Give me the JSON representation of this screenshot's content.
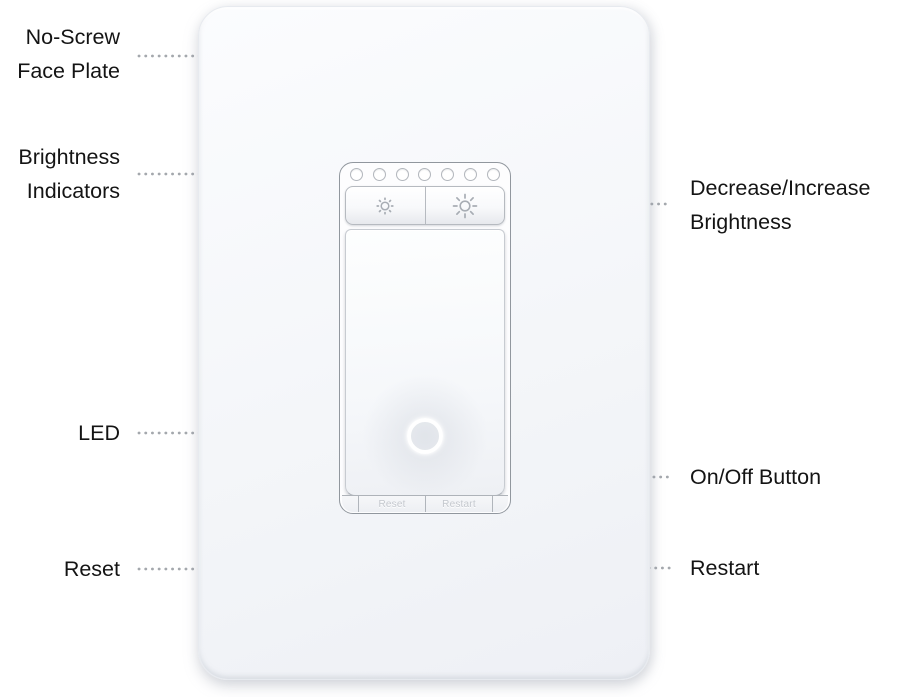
{
  "callouts": {
    "face_plate": {
      "line1": "No-Screw",
      "line2": "Face Plate"
    },
    "brightness_indicators": {
      "line1": "Brightness",
      "line2": "Indicators"
    },
    "led": {
      "label": "LED"
    },
    "reset": {
      "label": "Reset"
    },
    "decrease_increase": {
      "line1": "Decrease/Increase",
      "line2": "Brightness"
    },
    "on_off": {
      "label": "On/Off Button"
    },
    "restart": {
      "label": "Restart"
    }
  },
  "device": {
    "brightness_indicator_count": 7,
    "reset_tab_label": "Reset",
    "restart_tab_label": "Restart",
    "icons": {
      "left_button": "dim-sun-icon",
      "right_button": "bright-sun-icon"
    }
  },
  "colors": {
    "background": "#ffffff",
    "plate": "#f4f6f9",
    "frame_outline": "#91979e",
    "leader_dots": "#a4a8ad",
    "label_text": "#141414",
    "embossed_text": "#c4c8ce",
    "icon_gray": "#a8adb4",
    "led_ring": "#ffffff"
  }
}
